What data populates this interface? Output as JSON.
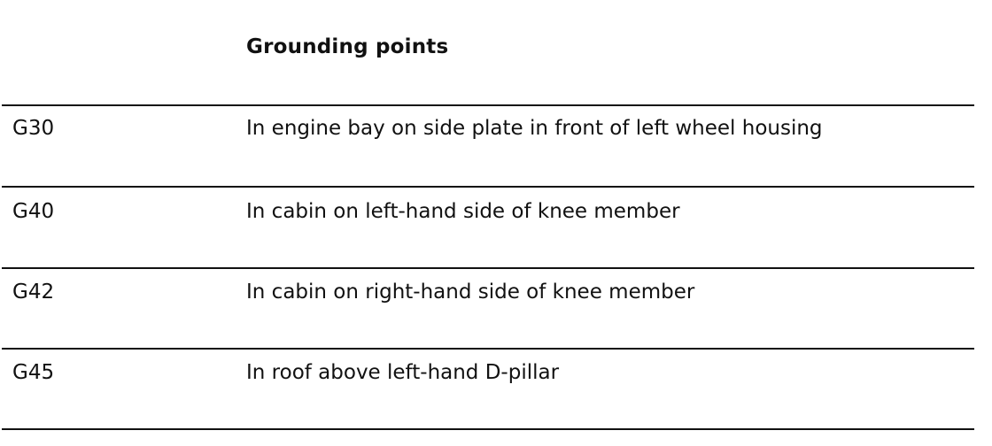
{
  "table": {
    "header": "Grounding points",
    "rows": [
      {
        "code": "G30",
        "description": "In engine bay on side plate in front of left wheel housing"
      },
      {
        "code": "G40",
        "description": "In cabin on left-hand side of knee member"
      },
      {
        "code": "G42",
        "description": "In cabin on right-hand side of knee member"
      },
      {
        "code": "G45",
        "description": "In roof above left-hand D-pillar"
      }
    ]
  }
}
